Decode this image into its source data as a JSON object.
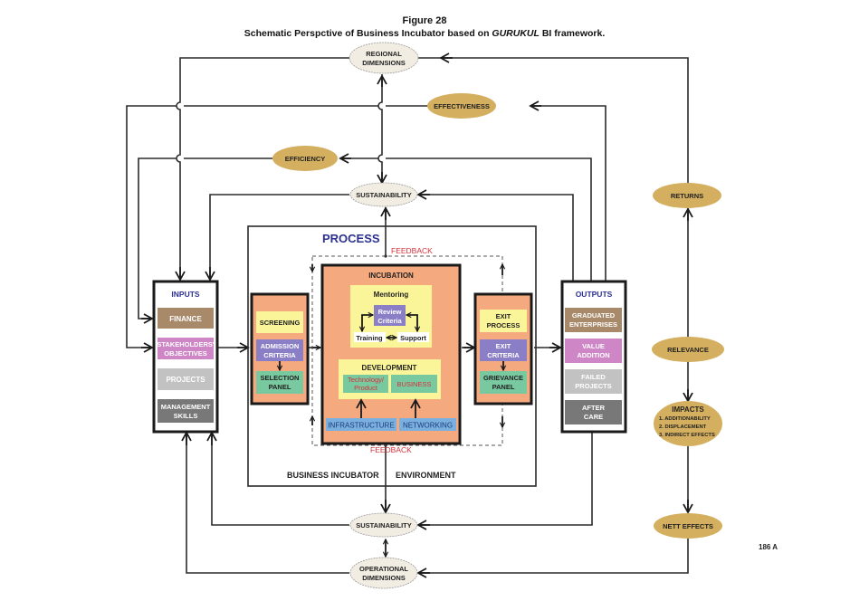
{
  "header": {
    "figure_label": "Figure 28",
    "title_part1": "Schematic Perspctive of Business Incubator based on ",
    "title_italic": "GURUKUL",
    "title_part2": " BI framework."
  },
  "page_number": "186 A",
  "colors": {
    "gold": "#d4af5f",
    "cream": "#f2ede3",
    "orange": "#f5a97f",
    "yellow": "#fbf59a",
    "purple": "#8a7fc6",
    "green": "#79c9a0",
    "blue": "#7ab0df",
    "brown": "#a8896a",
    "pink": "#cf86c7",
    "lightgray": "#c2c2c2",
    "darkgray": "#787878",
    "navy": "#2e3192",
    "red": "#d6303a"
  },
  "ellipses": {
    "regional": [
      "REGIONAL",
      "DIMENSIONS"
    ],
    "effectiveness": "EFFECTIVENESS",
    "efficiency": "EFFICIENCY",
    "sustainability_top": "SUSTAINABILITY",
    "sustainability_bottom": "SUSTAINABILITY",
    "operational": [
      "OPERATIONAL",
      "DIMENSIONS"
    ],
    "returns": "RETURNS",
    "relevance": "RELEVANCE",
    "impacts": {
      "title": "IMPACTS",
      "items": [
        "1. ADDITIONABILITY",
        "2. DISPLACEMENT",
        "3. INDIRECT EFFECTS"
      ]
    },
    "nett_effects": "NETT EFFECTS"
  },
  "inputs": {
    "title": "INPUTS",
    "items": [
      [
        "FINANCE"
      ],
      [
        "STAKEHOLDERS'",
        "OBJECTIVES"
      ],
      [
        "PROJECTS"
      ],
      [
        "MANAGEMENT",
        "SKILLS"
      ]
    ]
  },
  "process": {
    "title": "PROCESS",
    "feedback_top": "FEEDBACK",
    "feedback_bottom": "FEEDBACK",
    "environment_left": "BUSINESS INCUBATOR",
    "environment_right": "ENVIRONMENT",
    "entry": {
      "screening": "SCREENING",
      "admission": [
        "ADMISSION",
        "CRITERIA"
      ],
      "selection": [
        "SELECTION",
        "PANEL"
      ]
    },
    "incubation": {
      "title": "INCUBATION",
      "mentoring": "Mentoring",
      "review": [
        "Review",
        "Criteria"
      ],
      "training": "Training",
      "support": "Support",
      "development": "DEVELOPMENT",
      "tech": [
        "Technology/",
        "Product"
      ],
      "business": "BUSINESS",
      "infrastructure": "INFRASTRUCTURE",
      "networking": "NETWORKING"
    },
    "exit": {
      "process": [
        "EXIT",
        "PROCESS"
      ],
      "criteria": [
        "EXIT",
        "CRITERIA"
      ],
      "grievance": [
        "GRIEVANCE",
        "PANEL"
      ]
    }
  },
  "outputs": {
    "title": "OUTPUTS",
    "items": [
      [
        "GRADUATED",
        "ENTERPRISES"
      ],
      [
        "VALUE",
        "ADDITION"
      ],
      [
        "FAILED",
        "PROJECTS"
      ],
      [
        "AFTER",
        "CARE"
      ]
    ]
  }
}
